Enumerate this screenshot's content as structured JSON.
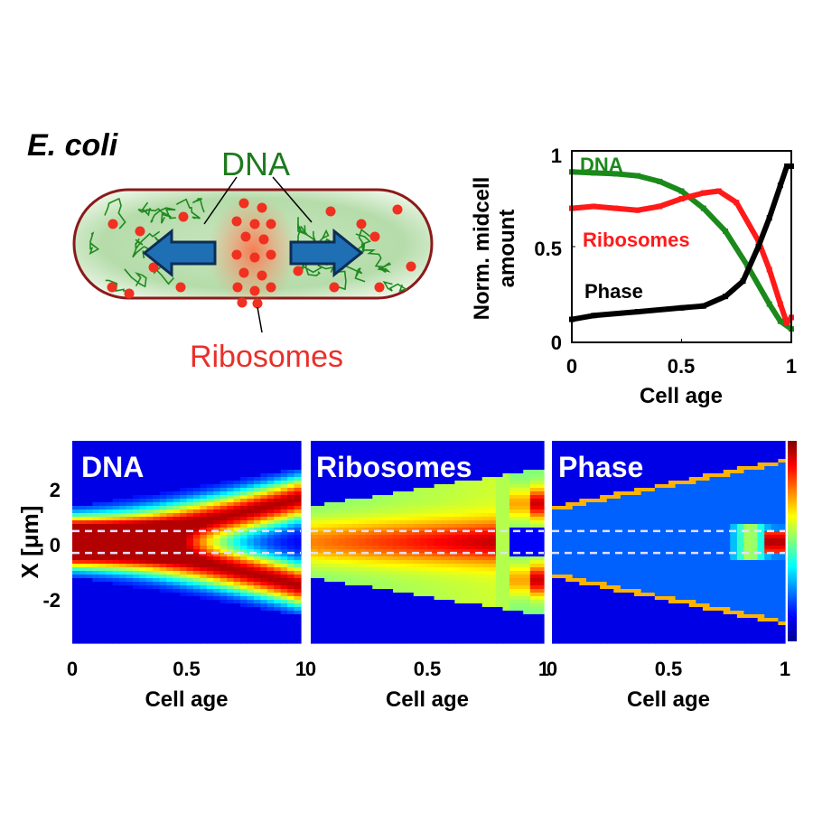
{
  "diagram": {
    "organism": "E. coli",
    "dna_label": "DNA",
    "ribosomes_label": "Ribosomes",
    "colors": {
      "dna": "#1e7a1e",
      "ribosomes": "#e8302a",
      "arrow": "#1f6fb5",
      "membrane": "#8b1a1a"
    }
  },
  "chart_data": [
    {
      "type": "line",
      "xlabel": "Cell age",
      "ylabel": "Norm. midcell amount",
      "xlim": [
        0,
        1
      ],
      "ylim": [
        0,
        1
      ],
      "xticks": [
        "0",
        "0.5",
        "1"
      ],
      "yticks": [
        "0",
        "0.5",
        "1"
      ],
      "grid": false,
      "series": [
        {
          "name": "DNA",
          "color": "#1a8a1a",
          "x": [
            0,
            0.1,
            0.2,
            0.3,
            0.4,
            0.5,
            0.6,
            0.7,
            0.8,
            0.9,
            0.95,
            1
          ],
          "y": [
            0.89,
            0.885,
            0.88,
            0.87,
            0.84,
            0.79,
            0.7,
            0.58,
            0.4,
            0.2,
            0.11,
            0.07
          ]
        },
        {
          "name": "Ribosomes",
          "color": "#ff1a1a",
          "x": [
            0,
            0.1,
            0.2,
            0.3,
            0.4,
            0.5,
            0.6,
            0.67,
            0.75,
            0.85,
            0.9,
            0.95,
            0.98,
            1
          ],
          "y": [
            0.7,
            0.71,
            0.7,
            0.69,
            0.71,
            0.75,
            0.78,
            0.79,
            0.73,
            0.53,
            0.38,
            0.2,
            0.1,
            0.13
          ]
        },
        {
          "name": "Phase",
          "color": "#000000",
          "x": [
            0,
            0.1,
            0.3,
            0.5,
            0.6,
            0.7,
            0.78,
            0.85,
            0.9,
            0.95,
            0.98,
            1
          ],
          "y": [
            0.12,
            0.14,
            0.16,
            0.18,
            0.19,
            0.24,
            0.32,
            0.5,
            0.65,
            0.82,
            0.92,
            0.92
          ]
        }
      ]
    },
    {
      "type": "heatmap",
      "title": "DNA",
      "xlabel": "Cell age",
      "ylabel": "X [μm]",
      "xlim": [
        0,
        1
      ],
      "ylim": [
        -3.7,
        3.7
      ],
      "xticks": [
        "0",
        "0.5",
        "1"
      ],
      "yticks": [
        "2",
        "0",
        "-2"
      ],
      "midcell_dashes": [
        -0.4,
        0.4
      ],
      "colormap": "jet"
    },
    {
      "type": "heatmap",
      "title": "Ribosomes",
      "xlabel": "Cell age",
      "xlim": [
        0,
        1
      ],
      "ylim": [
        -3.7,
        3.7
      ],
      "xticks": [
        "0",
        "0.5",
        "1"
      ],
      "midcell_dashes": [
        -0.4,
        0.4
      ],
      "colormap": "jet"
    },
    {
      "type": "heatmap",
      "title": "Phase",
      "xlabel": "Cell age",
      "xlim": [
        0,
        1
      ],
      "ylim": [
        -3.7,
        3.7
      ],
      "xticks": [
        "0",
        "0.5",
        "1"
      ],
      "midcell_dashes": [
        -0.4,
        0.4
      ],
      "colormap": "jet",
      "colorbar": true
    }
  ]
}
